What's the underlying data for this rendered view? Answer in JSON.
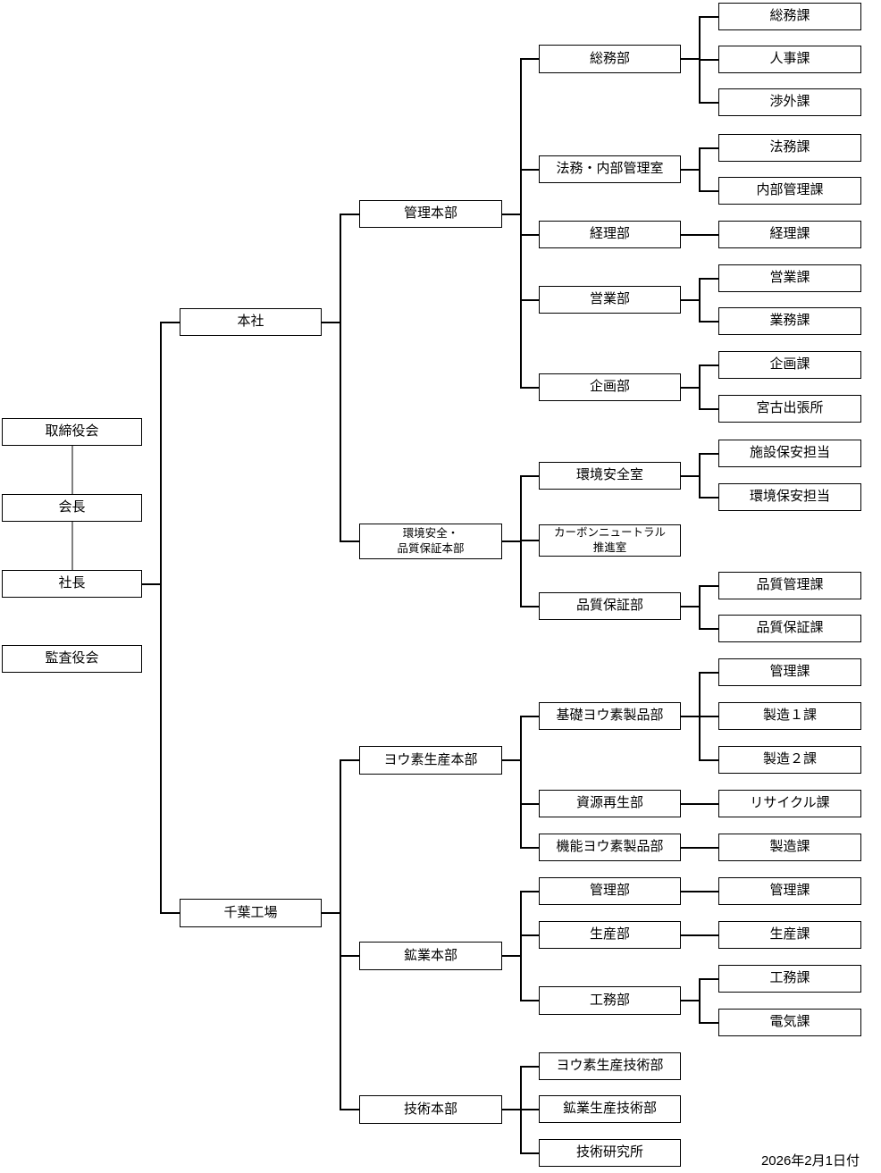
{
  "diagram": {
    "type": "org-chart",
    "date_label": "2026年2月1日付",
    "colors": {
      "box_border": "#000000",
      "tree_line": "#000000",
      "chain_line": "#808080",
      "background": "#ffffff"
    },
    "nodes": [
      {
        "id": "board",
        "label": "取締役会"
      },
      {
        "id": "chairman",
        "label": "会長"
      },
      {
        "id": "president",
        "label": "社長"
      },
      {
        "id": "audit",
        "label": "監査役会"
      },
      {
        "id": "honsha",
        "label": "本社"
      },
      {
        "id": "chiba",
        "label": "千葉工場"
      },
      {
        "id": "kanri-honbu",
        "label": "管理本部"
      },
      {
        "id": "kankyo-honbu",
        "label": "環境安全・\n品質保証本部"
      },
      {
        "id": "yoso-honbu",
        "label": "ヨウ素生産本部"
      },
      {
        "id": "kogyo-honbu",
        "label": "鉱業本部"
      },
      {
        "id": "gijutsu-honbu",
        "label": "技術本部"
      },
      {
        "id": "somu-bu",
        "label": "総務部"
      },
      {
        "id": "homu-shitsu",
        "label": "法務・内部管理室"
      },
      {
        "id": "keiri-bu",
        "label": "経理部"
      },
      {
        "id": "eigyo-bu",
        "label": "営業部"
      },
      {
        "id": "kikaku-bu",
        "label": "企画部"
      },
      {
        "id": "kankyo-shitsu",
        "label": "環境安全室"
      },
      {
        "id": "carbon-shitsu",
        "label": "カーボンニュートラル\n推進室"
      },
      {
        "id": "hinshitsu-bu",
        "label": "品質保証部"
      },
      {
        "id": "kiso-yoso-bu",
        "label": "基礎ヨウ素製品部"
      },
      {
        "id": "shigen-bu",
        "label": "資源再生部"
      },
      {
        "id": "kino-yoso-bu",
        "label": "機能ヨウ素製品部"
      },
      {
        "id": "kanri-bu",
        "label": "管理部"
      },
      {
        "id": "seisan-bu",
        "label": "生産部"
      },
      {
        "id": "komu-bu",
        "label": "工務部"
      },
      {
        "id": "yoso-gijutsu-bu",
        "label": "ヨウ素生産技術部"
      },
      {
        "id": "kogyo-gijutsu-bu",
        "label": "鉱業生産技術部"
      },
      {
        "id": "gijutsu-kenkyujo",
        "label": "技術研究所"
      },
      {
        "id": "somu-ka",
        "label": "総務課"
      },
      {
        "id": "jinji-ka",
        "label": "人事課"
      },
      {
        "id": "shogai-ka",
        "label": "渉外課"
      },
      {
        "id": "homu-ka",
        "label": "法務課"
      },
      {
        "id": "naibu-kanri-ka",
        "label": "内部管理課"
      },
      {
        "id": "keiri-ka",
        "label": "経理課"
      },
      {
        "id": "eigyo-ka",
        "label": "営業課"
      },
      {
        "id": "gyomu-ka",
        "label": "業務課"
      },
      {
        "id": "kikaku-ka",
        "label": "企画課"
      },
      {
        "id": "miyako",
        "label": "宮古出張所"
      },
      {
        "id": "shisetsu-hoan",
        "label": "施設保安担当"
      },
      {
        "id": "kankyo-hoan",
        "label": "環境保安担当"
      },
      {
        "id": "hinshitsu-kanri-ka",
        "label": "品質管理課"
      },
      {
        "id": "hinshitsu-hosho-ka",
        "label": "品質保証課"
      },
      {
        "id": "yoso-kanri-ka",
        "label": "管理課"
      },
      {
        "id": "seizo1-ka",
        "label": "製造１課"
      },
      {
        "id": "seizo2-ka",
        "label": "製造２課"
      },
      {
        "id": "recycle-ka",
        "label": "リサイクル課"
      },
      {
        "id": "seizo-ka",
        "label": "製造課"
      },
      {
        "id": "kogyo-kanri-ka",
        "label": "管理課"
      },
      {
        "id": "seisan-ka",
        "label": "生産課"
      },
      {
        "id": "komu-ka",
        "label": "工務課"
      },
      {
        "id": "denki-ka",
        "label": "電気課"
      }
    ],
    "edges": [
      {
        "from": "president",
        "to": [
          "honsha",
          "chiba"
        ]
      },
      {
        "from": "honsha",
        "to": [
          "kanri-honbu",
          "kankyo-honbu"
        ]
      },
      {
        "from": "chiba",
        "to": [
          "yoso-honbu",
          "kogyo-honbu",
          "gijutsu-honbu"
        ]
      },
      {
        "from": "kanri-honbu",
        "to": [
          "somu-bu",
          "homu-shitsu",
          "keiri-bu",
          "eigyo-bu",
          "kikaku-bu"
        ]
      },
      {
        "from": "kankyo-honbu",
        "to": [
          "kankyo-shitsu",
          "carbon-shitsu",
          "hinshitsu-bu"
        ]
      },
      {
        "from": "yoso-honbu",
        "to": [
          "kiso-yoso-bu",
          "shigen-bu",
          "kino-yoso-bu"
        ]
      },
      {
        "from": "kogyo-honbu",
        "to": [
          "kanri-bu",
          "seisan-bu",
          "komu-bu"
        ]
      },
      {
        "from": "gijutsu-honbu",
        "to": [
          "yoso-gijutsu-bu",
          "kogyo-gijutsu-bu",
          "gijutsu-kenkyujo"
        ]
      },
      {
        "from": "somu-bu",
        "to": [
          "somu-ka",
          "jinji-ka",
          "shogai-ka"
        ]
      },
      {
        "from": "homu-shitsu",
        "to": [
          "homu-ka",
          "naibu-kanri-ka"
        ]
      },
      {
        "from": "keiri-bu",
        "to": [
          "keiri-ka"
        ]
      },
      {
        "from": "eigyo-bu",
        "to": [
          "eigyo-ka",
          "gyomu-ka"
        ]
      },
      {
        "from": "kikaku-bu",
        "to": [
          "kikaku-ka",
          "miyako"
        ]
      },
      {
        "from": "kankyo-shitsu",
        "to": [
          "shisetsu-hoan",
          "kankyo-hoan"
        ]
      },
      {
        "from": "hinshitsu-bu",
        "to": [
          "hinshitsu-kanri-ka",
          "hinshitsu-hosho-ka"
        ]
      },
      {
        "from": "kiso-yoso-bu",
        "to": [
          "yoso-kanri-ka",
          "seizo1-ka",
          "seizo2-ka"
        ]
      },
      {
        "from": "shigen-bu",
        "to": [
          "recycle-ka"
        ]
      },
      {
        "from": "kino-yoso-bu",
        "to": [
          "seizo-ka"
        ]
      },
      {
        "from": "kanri-bu",
        "to": [
          "kogyo-kanri-ka"
        ]
      },
      {
        "from": "seisan-bu",
        "to": [
          "seisan-ka"
        ]
      },
      {
        "from": "komu-bu",
        "to": [
          "komu-ka",
          "denki-ka"
        ]
      }
    ],
    "chain_edges": [
      {
        "from": "board",
        "to": "chairman"
      },
      {
        "from": "chairman",
        "to": "president"
      }
    ]
  }
}
